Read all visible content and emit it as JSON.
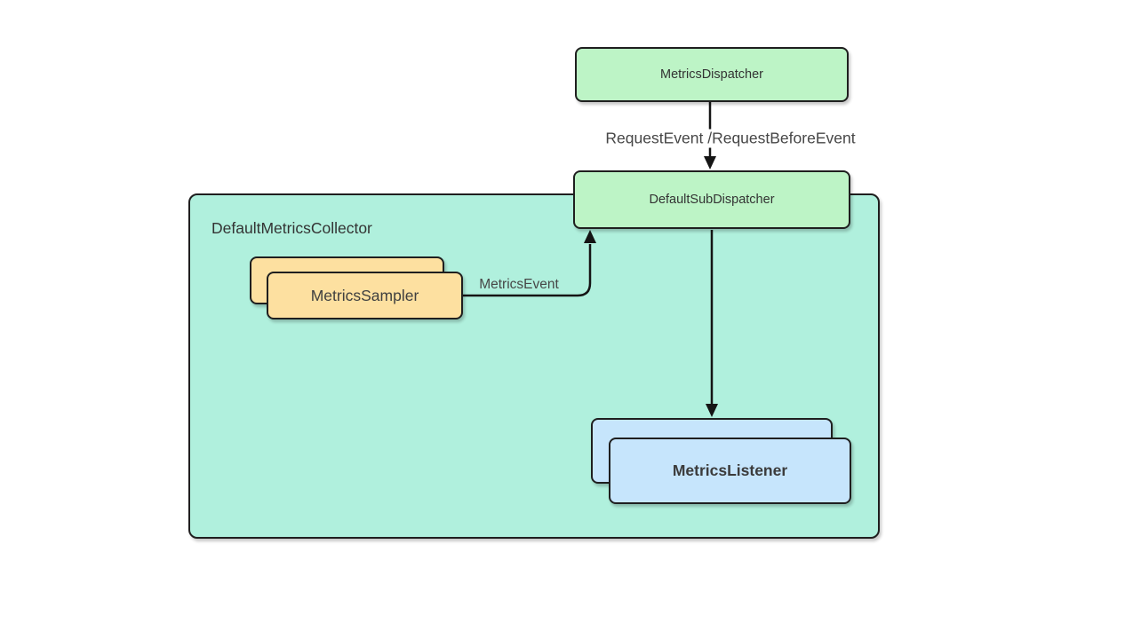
{
  "diagram": {
    "container": {
      "label": "DefaultMetricsCollector"
    },
    "nodes": {
      "metrics_dispatcher": {
        "label": "MetricsDispatcher",
        "fill": "#bdf4c6"
      },
      "default_sub_dispatcher": {
        "label": "DefaultSubDispatcher",
        "fill": "#bdf4c6"
      },
      "metrics_sampler": {
        "label": "MetricsSampler",
        "fill": "#fde0a0",
        "stacked": true
      },
      "metrics_listener": {
        "label": "MetricsListener",
        "fill": "#c6e5fc",
        "stacked": true
      }
    },
    "edges": {
      "dispatcher_to_sub_dispatcher": {
        "label": "RequestEvent /RequestBeforeEvent",
        "from": "metrics_dispatcher",
        "to": "default_sub_dispatcher"
      },
      "sampler_to_sub_dispatcher": {
        "label": "MetricsEvent",
        "from": "metrics_sampler",
        "to": "default_sub_dispatcher"
      },
      "sub_dispatcher_to_listener": {
        "label": "",
        "from": "default_sub_dispatcher",
        "to": "metrics_listener"
      }
    },
    "colors": {
      "container_fill": "#b0f0dd",
      "green_fill": "#bdf4c6",
      "orange_fill": "#fde0a0",
      "blue_fill": "#c6e5fc",
      "border": "#1f1f1f",
      "edge_stroke": "#151515",
      "node_text": "#333333",
      "edge_text": "#474747"
    }
  }
}
